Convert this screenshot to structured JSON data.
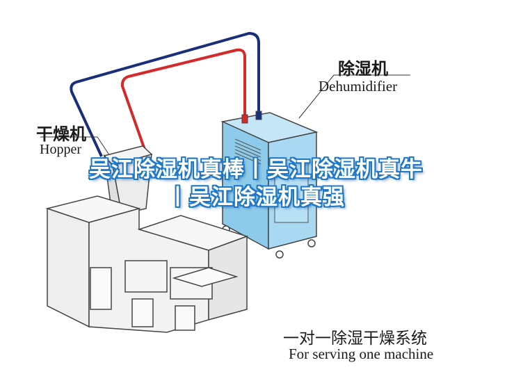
{
  "overlay": {
    "title": "吴江除湿机真棒丨吴江除湿机真牛丨吴江除湿机真强"
  },
  "labels": {
    "dehumidifier_cn": "除湿机",
    "dehumidifier_en": "Dehumidifier",
    "hopper_cn": "干燥机",
    "hopper_en": "Hopper",
    "system_cn": "一对一除湿干燥系统",
    "system_en": "For serving one machine"
  },
  "colors": {
    "pipe_blue": "#1a2f7a",
    "pipe_red": "#d42a2a",
    "unit_blue": "#9fd3ef",
    "machine_gray": "#f2f2f2",
    "outline": "#444444",
    "title_outline": "#1e78c8"
  }
}
